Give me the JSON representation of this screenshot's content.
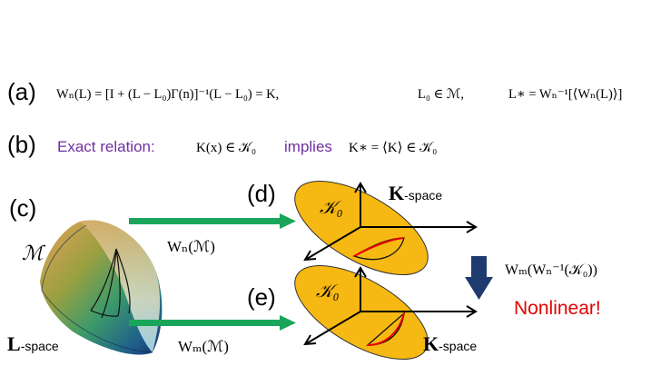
{
  "rows": {
    "a": {
      "label": "(a)",
      "equation": "Wₙ(L) = [I + (L − L₀)Γ(n)]⁻¹(L − L₀) = K,",
      "cond": "L₀ ∈ ℳ,",
      "lstar": "L∗ = Wₙ⁻¹[⟨Wₙ(L)⟩]"
    },
    "b": {
      "label": "(b)",
      "text1": "Exact relation:",
      "eq1": "K(x) ∈ 𝒦₀",
      "text2": "implies",
      "eq2": "K∗ = ⟨K⟩ ∈ 𝒦₀"
    }
  },
  "panels": {
    "c": {
      "label": "(c)",
      "manifold": "ℳ",
      "space_symbol": "L",
      "space_text": "-space"
    },
    "d": {
      "label": "(d)",
      "set": "𝒦₀",
      "space_symbol": "K",
      "space_text": "-space"
    },
    "e": {
      "label": "(e)",
      "set": "𝒦₀",
      "space_symbol": "K",
      "space_text": "-space"
    }
  },
  "arrows": {
    "top": "Wₙ(ℳ)",
    "bottom": "Wₘ(ℳ)",
    "down": "Wₘ(Wₙ⁻¹(𝒦₀))"
  },
  "note": "Nonlinear!",
  "colors": {
    "purple": "#7030a0",
    "green": "#1aa65a",
    "ellipse": "#f6b812",
    "navy": "#1f3a6e",
    "red": "#e50000"
  },
  "icons": [
    "cone-surface",
    "k-axes",
    "green-arrow",
    "down-arrow"
  ]
}
